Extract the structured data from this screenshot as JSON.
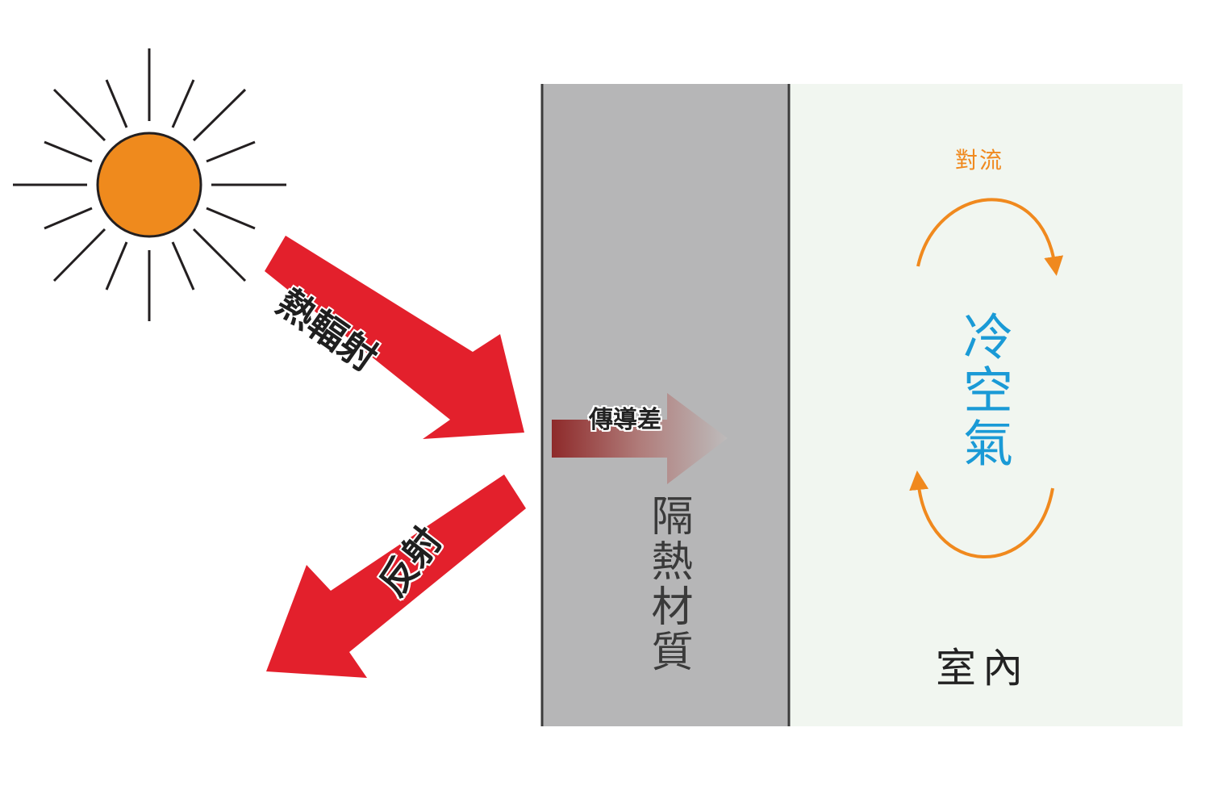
{
  "labels": {
    "radiation": "熱輻射",
    "reflection": "反射",
    "conduction": "傳導差",
    "insulation": "隔熱材質",
    "convection": "對流",
    "cold_air": "冷空氣",
    "indoor": "室內"
  },
  "colors": {
    "sun": "#ef8a1d",
    "sun_rays": "#231f20",
    "heat_arrow": "#e3202c",
    "wall": "#b6b6b7",
    "indoor_bg": "#f1f6f0",
    "convection": "#f0891e",
    "cold_air": "#1a9ad6",
    "conduction_arrow": "#8e2a2a"
  },
  "icons": {
    "sun": "sun-icon",
    "radiation_arrow": "arrow-down-right-icon",
    "reflection_arrow": "arrow-down-left-icon",
    "conduction_arrow": "arrow-right-icon",
    "convection_arrows": "cycle-arrows-icon"
  }
}
